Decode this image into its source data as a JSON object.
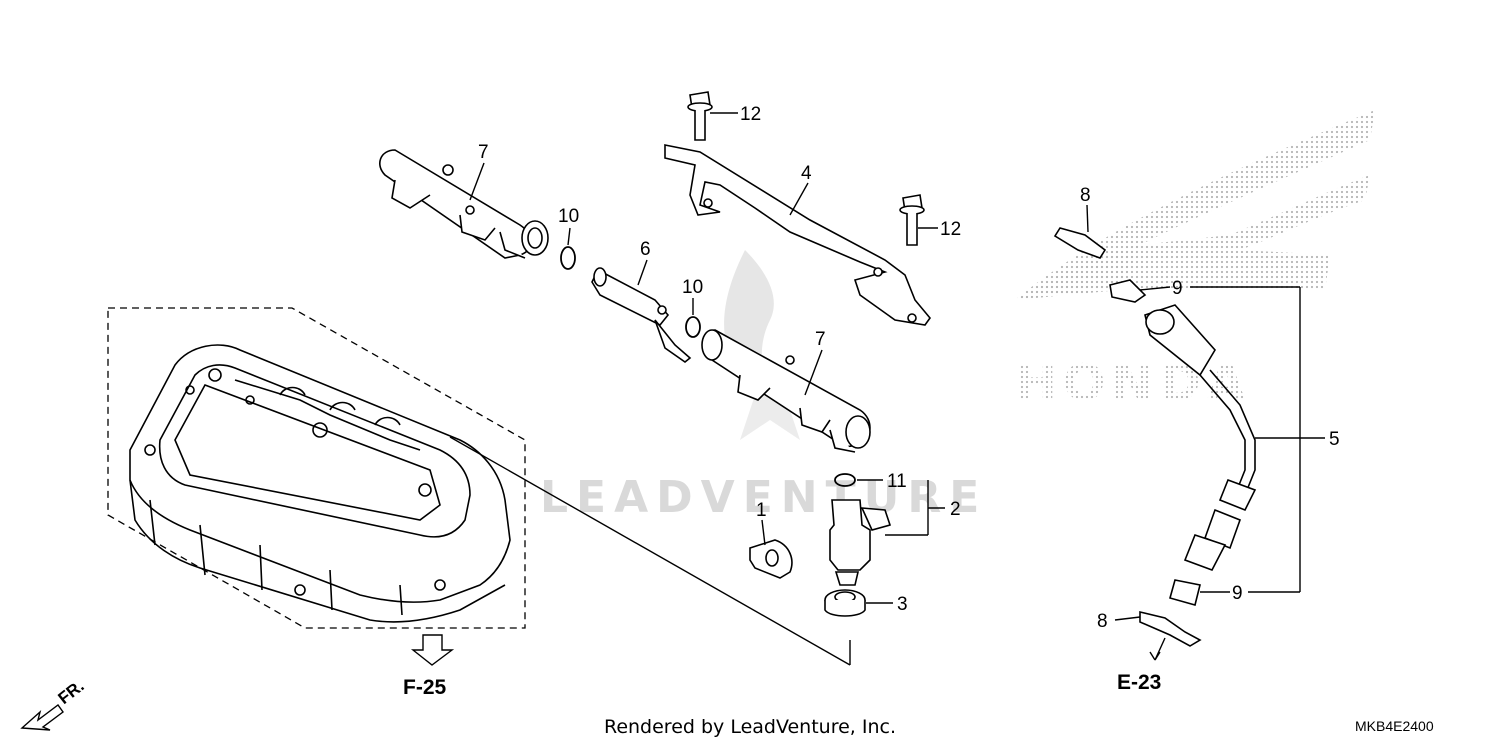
{
  "callouts": {
    "c1": "1",
    "c2": "2",
    "c3": "3",
    "c4": "4",
    "c5": "5",
    "c6": "6",
    "c7a": "7",
    "c7b": "7",
    "c8a": "8",
    "c8b": "8",
    "c9a": "9",
    "c9b": "9",
    "c10a": "10",
    "c10b": "10",
    "c11": "11",
    "c12a": "12",
    "c12b": "12"
  },
  "refs": {
    "f25": "F-25",
    "e23": "E-23",
    "fr": "FR."
  },
  "watermark": {
    "brand_mark": "HONDA",
    "text": "LEADVENTURE"
  },
  "footer": {
    "credit": "Rendered by LeadVenture, Inc.",
    "diagram_code": "MKB4E2400"
  }
}
